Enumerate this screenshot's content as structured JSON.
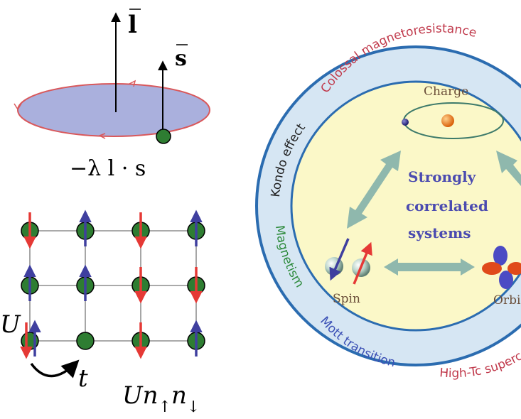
{
  "spin_orbit": {
    "l_label": "l",
    "s_label": "s",
    "coupling_label": "−λ l · s"
  },
  "hubbard": {
    "u_left_label": "U",
    "t_label": "t",
    "interaction": {
      "u": "U",
      "n": "n",
      "n2": "n"
    }
  },
  "correlated_diagram": {
    "center_lines": [
      "Strongly",
      "correlated",
      "systems"
    ],
    "charge_label": "Charge",
    "spin_label": "Spin",
    "orbital_label": "Orbi",
    "ring_texts": {
      "colossal": "Colossal magnetoresistance",
      "kondo": "Kondo effect",
      "magnetism": "Magnetism",
      "mott": "Mott transition",
      "hightc": "High-Tc superconductivity"
    }
  },
  "colors": {
    "disk_fill": "#aab0dd",
    "disk_edge": "#d9585b",
    "ball_green": "#2e7d32",
    "arrow_red": "#e53935",
    "arrow_blue": "#3f3f9f",
    "inner_fill": "#fbf8c8",
    "ring_fill": "#d6e6f3",
    "ring_stroke": "#2b6cb0",
    "big_arrow": "#8fb8ad",
    "center_text": "#4b4bb0",
    "label_text": "#6b4f3a",
    "ring_red": "#c0394b",
    "ring_dark": "#222222",
    "ring_green": "#2e8b3d",
    "ring_blue": "#3a4fb5"
  }
}
